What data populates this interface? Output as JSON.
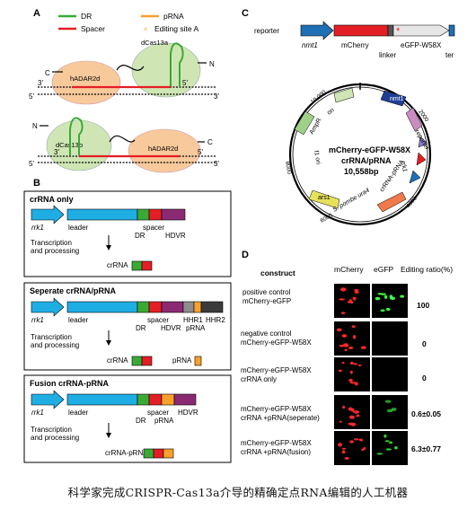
{
  "panel_labels": {
    "a": "A",
    "b": "B",
    "c": "C",
    "d": "D"
  },
  "panel_a": {
    "legend": {
      "dr": "DR",
      "spacer": "Spacer",
      "prna": "pRNA",
      "editing_site": "Editing site A"
    },
    "top": {
      "enzyme_left": "hADAR2d",
      "enzyme_right": "dCas13a",
      "c_term": "C",
      "n_term": "N",
      "strand_top_left": "3'",
      "strand_bottom_left": "5'",
      "strand_top_right": "5'",
      "strand_bottom_right": "3'"
    },
    "bottom": {
      "enzyme_left": "dCas13b",
      "enzyme_right": "hADAR2d",
      "n_term": "N",
      "c_term": "C",
      "strand_top_left": "3'",
      "strand_bottom_left": "5'",
      "strand_top_right": "5'",
      "strand_bottom_right": "3'"
    }
  },
  "panel_b": {
    "boxes": [
      {
        "title": "crRNA only",
        "promoter": "rrk1",
        "labels": {
          "leader": "leader",
          "spacer": "spacer",
          "dr": "DR",
          "hdvr": "HDVR"
        },
        "process": "Transcription\nand processing",
        "product": "crRNA"
      },
      {
        "title": "Seperate crRNA/pRNA",
        "promoter": "rrk1",
        "labels": {
          "leader": "leader",
          "spacer": "spacer",
          "dr": "DR",
          "hdvr": "HDVR",
          "hhr1": "HHR1",
          "hhr2": "HHR2",
          "prna": "pRNA"
        },
        "process": "Transcription\nand processing",
        "product": "crRNA",
        "product2": "pRNA"
      },
      {
        "title": "Fusion crRNA-pRNA",
        "promoter": "rrk1",
        "labels": {
          "leader": "leader",
          "spacer": "spacer",
          "dr": "DR",
          "prna": "pRNA",
          "hdvr": "HDVR"
        },
        "process": "Transcription\nand processing",
        "product": "crRNA-pRNA"
      }
    ]
  },
  "panel_c": {
    "reporter": {
      "name": "reporter",
      "nmt1": "nmt1",
      "mcherry": "mCherry",
      "egfp": "eGFP-W58X",
      "linker": "linker",
      "ter": "ter",
      "mutation": "*"
    },
    "plasmid": {
      "title_line1": "mCherry-eGFP-W58X",
      "title_line2": "crRNA/pRNA",
      "size": "10,558bp",
      "features": {
        "nmt1": "nmt1",
        "reporter": "reporter",
        "rrk1": "rrk1",
        "crrna": "crRNA-pRNA",
        "ura4": "S. pombe ura4",
        "ars1": "ars1",
        "f1ori": "f1 ori",
        "ampr": "AmpR",
        "ori": "ori"
      },
      "ticks": [
        "2000",
        "4000",
        "6000",
        "8000",
        "10,000"
      ]
    }
  },
  "panel_d": {
    "headers": {
      "construct": "construct",
      "mcherry": "mCherry",
      "egfp": "eGFP",
      "ratio": "Editing ratio(%)"
    },
    "rows": [
      {
        "line1": "positive control",
        "line2": "mCherry-eGFP",
        "line3": "",
        "ratio": "100",
        "green": "strong"
      },
      {
        "line1": "negative control",
        "line2": "mCherry-eGFP-W58X",
        "line3": "",
        "ratio": "0",
        "green": "none"
      },
      {
        "line1": "mCherry-eGFP-W58X",
        "line2": "crRNA only",
        "line3": "",
        "ratio": "0",
        "green": "none"
      },
      {
        "line1": "mCherry-eGFP-W58X",
        "line2": "crRNA +pRNA(seperate)",
        "line3": "",
        "ratio": "0.6±0.05",
        "green": "weak"
      },
      {
        "line1": "mCherry-eGFP-W58X",
        "line2": "crRNA +pRNA(fusion)",
        "line3": "",
        "ratio": "6.3±0.77",
        "green": "medium"
      }
    ]
  },
  "caption": "科学家完成CRISPR-Cas13a介导的精确定点RNA编辑的人工机器",
  "colors": {
    "leader": "#1eaee4",
    "dr": "#3aaa35",
    "spacer": "#e31e24",
    "hdvr": "#8b2a72",
    "prna": "#f7a12b",
    "hhr": "#8d8d8d",
    "hhr2": "#3b3b3b",
    "mcherry": "#e31e24",
    "egfp": "#e6e6e6",
    "nmt1": "#1f6fb5",
    "protein_peach": "#f8c99b",
    "protein_green": "#cfe6b4"
  }
}
